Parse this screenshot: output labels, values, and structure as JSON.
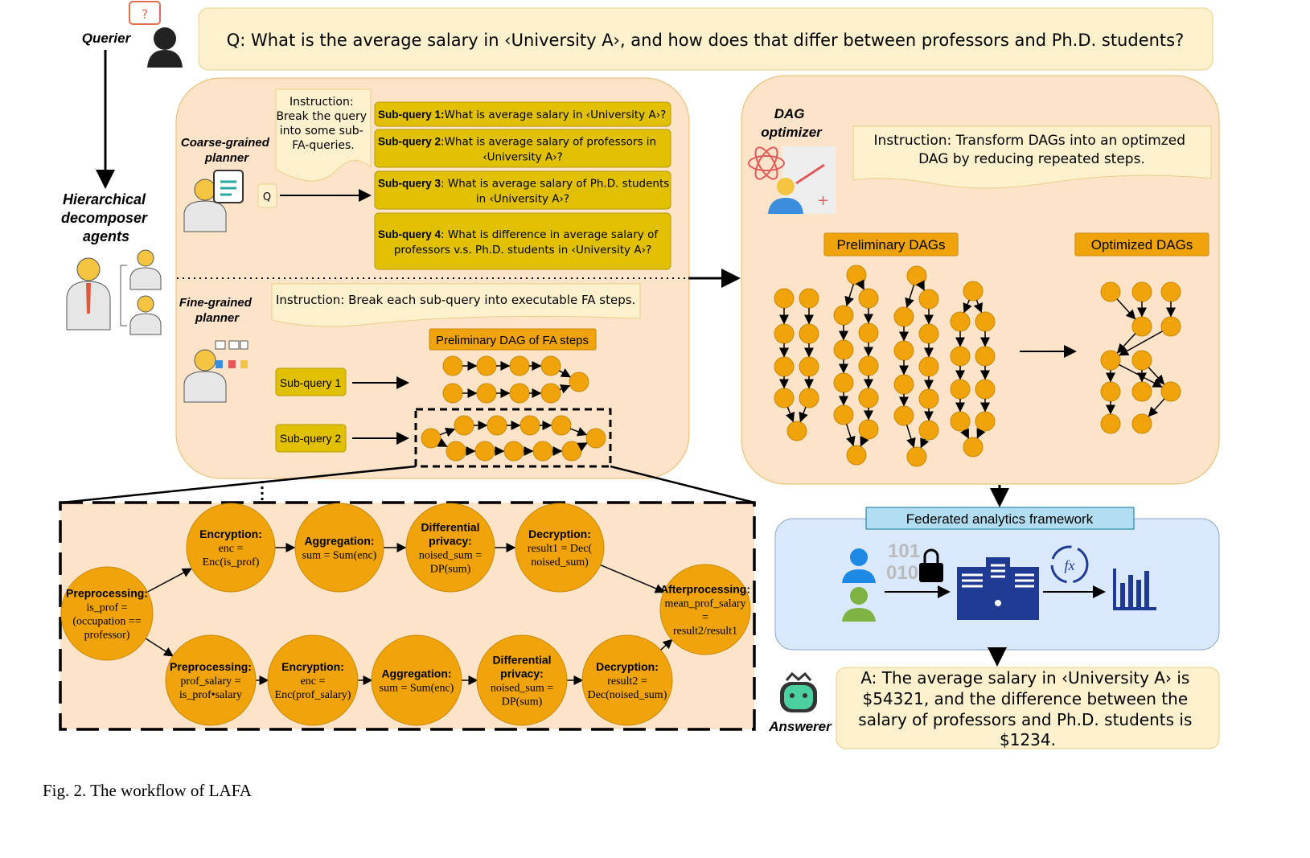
{
  "question": "Q: What is the average salary in ‹University A›, and how does that differ between professors and Ph.D. students?",
  "querier_label": "Querier",
  "decomposer_label": [
    "Hierarchical",
    "decomposer",
    "agents"
  ],
  "coarse": {
    "label": [
      "Coarse-grained",
      "planner"
    ],
    "instruction": [
      "Instruction:",
      "Break the query",
      "into some sub-",
      "FA-queries."
    ],
    "q_label": "Q",
    "subqueries": [
      {
        "bold": "Sub-query 1:",
        "text": [
          "What is average salary in ‹University A›?"
        ]
      },
      {
        "bold": "Sub-query 2",
        "text": [
          ":What is average salary of professors in",
          "‹University A›?"
        ]
      },
      {
        "bold": "Sub-query 3",
        "text": [
          ": What is average salary of Ph.D. students",
          "in ‹University A›?"
        ]
      },
      {
        "bold": "Sub-query 4",
        "text": [
          ": What is difference in average salary of",
          "professors v.s. Ph.D. students in ‹University A›?"
        ]
      }
    ]
  },
  "fine": {
    "label": [
      "Fine-grained",
      "planner"
    ],
    "instruction": "Instruction:  Break each sub-query into executable FA steps.",
    "dag_title": "Preliminary DAG of FA steps",
    "sq1": "Sub-query 1",
    "sq2": "Sub-query 2"
  },
  "dag_optimizer": {
    "label": [
      "DAG",
      "optimizer"
    ],
    "instruction": [
      "Instruction:  Transform DAGs into an optimzed",
      "DAG by reducing repeated steps."
    ],
    "preliminary": "Preliminary DAGs",
    "optimized": "Optimized DAGs"
  },
  "fa_framework": {
    "title": "Federated analytics framework",
    "binary": [
      "101",
      "010"
    ],
    "fx": "fx"
  },
  "answerer_label": "Answerer",
  "answer": [
    "A: The average salary in ‹University A› is",
    "$54321, and the difference between the",
    "salary of professors and Ph.D. students is",
    "$1234."
  ],
  "detail_steps": {
    "pre": {
      "title": "Preprocessing:",
      "lines": [
        "is_prof =",
        "(occupation ==",
        "professor)"
      ]
    },
    "top": [
      {
        "title": [
          "Encryption:"
        ],
        "lines": [
          "enc =",
          "Enc(is_prof)"
        ]
      },
      {
        "title": [
          "Aggregation:"
        ],
        "lines": [
          "sum = Sum(enc)"
        ]
      },
      {
        "title": [
          "Differential",
          "privacy:"
        ],
        "lines": [
          "noised_sum =",
          "DP(sum)"
        ]
      },
      {
        "title": [
          "Decryption:"
        ],
        "lines": [
          "result1 = Dec(",
          "noised_sum)"
        ]
      }
    ],
    "bottom": [
      {
        "title": [
          "Preprocessing:"
        ],
        "lines": [
          "prof_salary =",
          "is_prof•salary"
        ]
      },
      {
        "title": [
          "Encryption:"
        ],
        "lines": [
          "enc =",
          "Enc(prof_salary)"
        ]
      },
      {
        "title": [
          "Aggregation:"
        ],
        "lines": [
          "sum = Sum(enc)"
        ]
      },
      {
        "title": [
          "Differential",
          "privacy:"
        ],
        "lines": [
          "noised_sum =",
          "DP(sum)"
        ]
      },
      {
        "title": [
          "Decryption:"
        ],
        "lines": [
          "result2 =",
          "Dec(noised_sum)"
        ]
      }
    ],
    "after": {
      "title": "Afterprocessing:",
      "lines": [
        "mean_prof_salary",
        "=",
        "result2/result1"
      ]
    }
  },
  "caption": "Fig. 2.  The workflow of LAFA",
  "colors": {
    "panel": "#fde3c8",
    "panel_border": "#e8b96a",
    "node": "#f0a30a",
    "node_border": "#c78a08",
    "subquery": "#e0c000",
    "q_box": "#fdf0cc",
    "fa_panel": "#dae8fc",
    "fa_title": "#b1ddf0",
    "navy": "#1f3a93"
  }
}
